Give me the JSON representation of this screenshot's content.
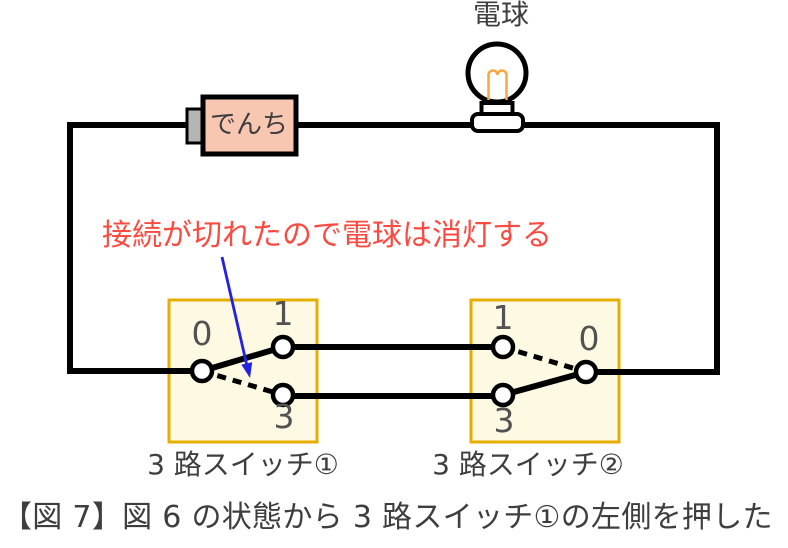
{
  "figure": {
    "caption": "【図 7】図 6 の状態から 3 路スイッチ①の左側を押した"
  },
  "annotation": {
    "text": "接続が切れたので電球は消灯する"
  },
  "bulb": {
    "label": "電球",
    "state": "off"
  },
  "battery": {
    "label": "でんち"
  },
  "switch1": {
    "label": "3 路スイッチ①",
    "terminal_common": "0",
    "terminal_top": "1",
    "terminal_bottom": "3",
    "connected": "0-1",
    "broken": "0-3"
  },
  "switch2": {
    "label": "3 路スイッチ②",
    "terminal_top": "1",
    "terminal_bottom": "3",
    "terminal_common": "0",
    "connected": "3-0",
    "broken": "1-0"
  },
  "colors": {
    "wire": "#000000",
    "battery_fill": "#f8c7b2",
    "battery_cap_fill": "#b5b5b5",
    "switch_fill": "#fdf9e2",
    "switch_border": "#e6ae00",
    "terminal_fill": "#ffffff",
    "filament_orange": "#f7a940",
    "annotation_red": "#fa4b42",
    "arrow_blue": "#2222e0",
    "number_gray": "#525252",
    "text_dark": "#3e3e3e"
  }
}
